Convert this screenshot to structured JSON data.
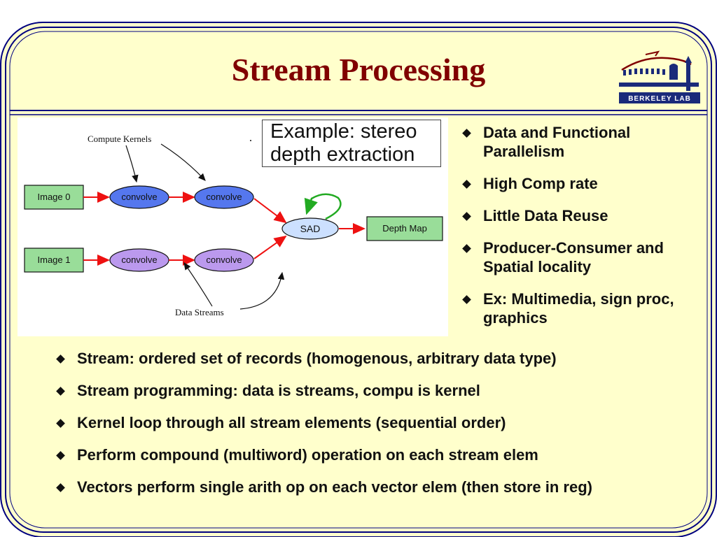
{
  "slide": {
    "title": "Stream Processing",
    "background": "#ffffcc",
    "frame_color": "#000080",
    "title_color": "#800000"
  },
  "logo": {
    "text": "BERKELEY LAB",
    "icon": "berkeley-lab-logo"
  },
  "example": {
    "line1": "Example: stereo",
    "line2": "depth extraction"
  },
  "diagram": {
    "nodes": {
      "image0": "Image 0",
      "image1": "Image 1",
      "convolve_top_1": "convolve",
      "convolve_top_2": "convolve",
      "convolve_bottom_1": "convolve",
      "convolve_bottom_2": "convolve",
      "sad": "SAD",
      "depth_map": "Depth Map"
    },
    "annotations": {
      "compute_kernels": "Compute Kernels",
      "data_streams": "Data Streams"
    },
    "colors": {
      "image_box": "#99dd99",
      "kernel_top": "#5577ee",
      "kernel_bottom": "#bb99ee",
      "sad": "#cce0ff",
      "stream_arrow": "#ee1111",
      "feedback_arrow": "#22aa22"
    }
  },
  "bullets_right": [
    "Data and Functional Parallelism",
    "High Comp rate",
    "Little Data Reuse",
    "Producer-Consumer and Spatial locality",
    "Ex: Multimedia, sign proc, graphics"
  ],
  "bullets_bottom": [
    "Stream: ordered set of records (homogenous, arbitrary data type)",
    "Stream programming: data is streams, compu is kernel",
    "Kernel loop through all stream elements (sequential order)",
    "Perform compound (multiword) operation on each stream elem",
    "Vectors perform single arith op on each vector elem (then store in reg)"
  ]
}
